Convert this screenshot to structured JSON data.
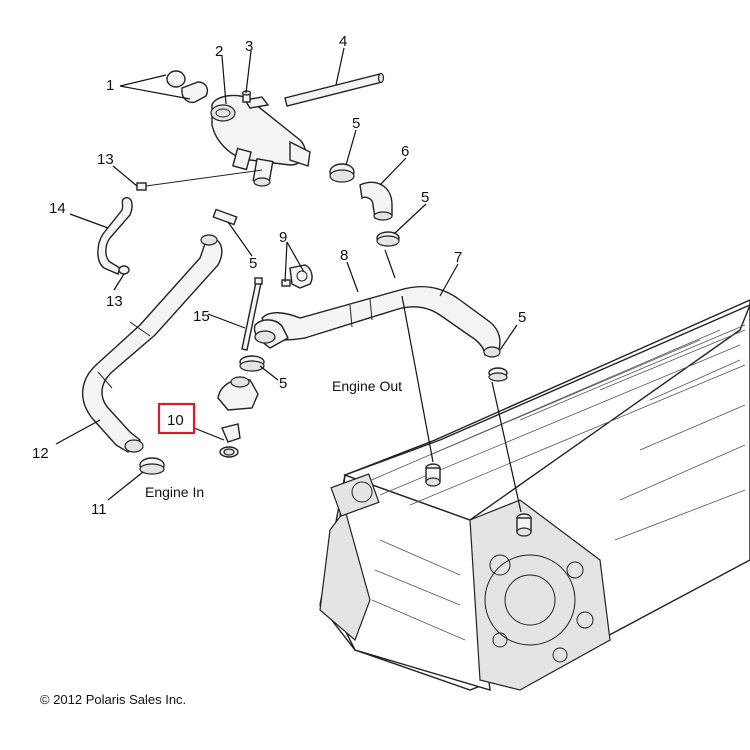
{
  "callouts": {
    "c1": "1",
    "c2": "2",
    "c3": "3",
    "c4": "4",
    "c5a": "5",
    "c5b": "5",
    "c5c": "5",
    "c5d": "5",
    "c5e": "5",
    "c6": "6",
    "c7": "7",
    "c8": "8",
    "c9": "9",
    "c10": "10",
    "c11": "11",
    "c12": "12",
    "c13a": "13",
    "c13b": "13",
    "c14": "14",
    "c15": "15"
  },
  "notes": {
    "engine_out": "Engine Out",
    "engine_in": "Engine In"
  },
  "copyright": "© 2012 Polaris Sales Inc.",
  "highlight_color": "#d0202a"
}
